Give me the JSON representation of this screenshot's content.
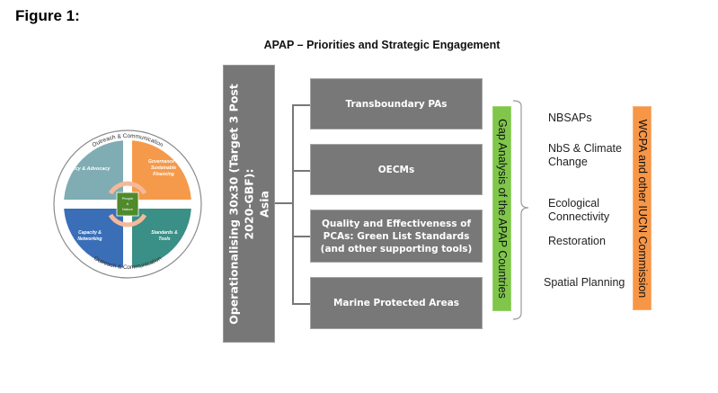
{
  "figure_label": "Figure 1:",
  "title": "APAP – Priorities and Strategic Engagement",
  "wheel": {
    "ring_label_top": "Outreach & Communication",
    "ring_label_bottom": "Outreach & Communication",
    "center_label": [
      "People",
      "&",
      "Nature"
    ],
    "quadrants": [
      {
        "label": "Policy & Advocacy",
        "color": "#7fadb3"
      },
      {
        "label": "Governance & Sustainable Financing",
        "color": "#f59a4a"
      },
      {
        "label": "Capacity & Networking",
        "color": "#3a6fb8"
      },
      {
        "label": "Standards & Tools",
        "color": "#3a8f86"
      }
    ],
    "center_color": "#4f8a2b",
    "arrow_color": "#f5b99a"
  },
  "main_pillar": {
    "label": "Operationalising 30x30 (Target 3 Post 2020-GBF): Asia",
    "line1": "Operationalising 30x30 (Target 3 Post 2020-GBF):",
    "line2": "Asia"
  },
  "priorities": [
    {
      "label": "Transboundary PAs"
    },
    {
      "label": "OECMs"
    },
    {
      "label": "Quality and Effectiveness of PCAs: Green List Standards (and other supporting tools)"
    },
    {
      "label": "Marine Protected Areas"
    }
  ],
  "gap_analysis": {
    "label": "Gap Analysis of the APAP Countries",
    "color": "#7fc64b"
  },
  "engagement_areas": [
    {
      "label": "NBSAPs"
    },
    {
      "label": "NbS & Climate Change"
    },
    {
      "label": "Ecological Connectivity"
    },
    {
      "label": "Restoration"
    },
    {
      "label": "Spatial Planning"
    }
  ],
  "commission": {
    "label": "WCPA and other IUCN Commission",
    "color": "#f79646"
  }
}
